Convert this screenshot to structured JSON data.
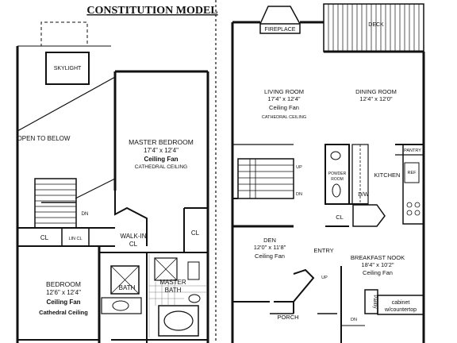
{
  "title": "CONSTITUTION MODEL",
  "upper_floor": {
    "skylight": "SKYLIGHT",
    "open_to_below": "OPEN TO BELOW",
    "master_bedroom": {
      "name": "MASTER BEDROOM",
      "size": "17'4\" x 12'4\"",
      "fan": "Ceiling Fan",
      "ceiling": "CATHEDRAL CEILING"
    },
    "stair_dn": "DN",
    "closet": "CL",
    "linen": "LIN CL",
    "walkin": {
      "line1": "WALK-IN",
      "line2": "CL"
    },
    "closet_right": "CL",
    "bath": "BATH",
    "master_bath": {
      "line1": "MASTER",
      "line2": "BATH"
    },
    "bedroom": {
      "name": "BEDROOM",
      "size": "12'6\" x 12'4\"",
      "fan": "Ceiling Fan",
      "ceiling": "Cathedral Ceiling"
    }
  },
  "main_floor": {
    "fireplace": "FIREPLACE",
    "deck": "DECK",
    "living_room": {
      "name": "LIVING ROOM",
      "size": "17'4\" x 12'4\"",
      "fan": "Ceiling Fan",
      "ceiling": "CATHEDRAL CEILING"
    },
    "dining_room": {
      "name": "DINING ROOM",
      "size": "12'4\" x 12'0\""
    },
    "pantry": "PANTRY",
    "stair_up": "UP",
    "stair_dn": "DN",
    "powder_room": {
      "line1": "POWDER",
      "line2": "ROOM"
    },
    "kitchen": "KITCHEN",
    "ref": "REF",
    "dw": "D/W",
    "closet": "CL",
    "den": {
      "name": "DEN",
      "size": "12'0\" x 11'8\"",
      "fan": "Ceiling Fan"
    },
    "entry": "ENTRY",
    "entry_up": "UP",
    "breakfast_nook": {
      "name": "BREAKFAST NOOK",
      "size": "18'4\" x 10'2\"",
      "fan": "Ceiling Fan"
    },
    "porch": "PORCH",
    "pantry_side": "Pantry",
    "cabinet": {
      "line1": "cabinet",
      "line2": "w/countertop"
    },
    "dn": "DN"
  }
}
